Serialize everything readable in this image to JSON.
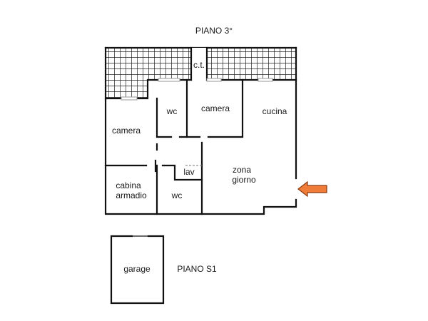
{
  "floor_labels": {
    "upper": "PIANO 3°",
    "basement": "PIANO S1"
  },
  "rooms": {
    "ct": "c.t.",
    "wc_upper": "wc",
    "camera_center": "camera",
    "cucina": "cucina",
    "camera_left": "camera",
    "zona_line1": "zona",
    "zona_line2": "giorno",
    "lav": "lav",
    "cabina_line1": "cabina",
    "cabina_line2": "armadio",
    "wc_lower": "wc",
    "garage": "garage"
  },
  "colors": {
    "wall": "#111111",
    "terrace_grid": "#222222",
    "entrance_arrow": "#f07c3a",
    "entrance_arrow_outline": "#8a3a10"
  },
  "icons": {
    "entrance": "arrow-left-icon"
  }
}
